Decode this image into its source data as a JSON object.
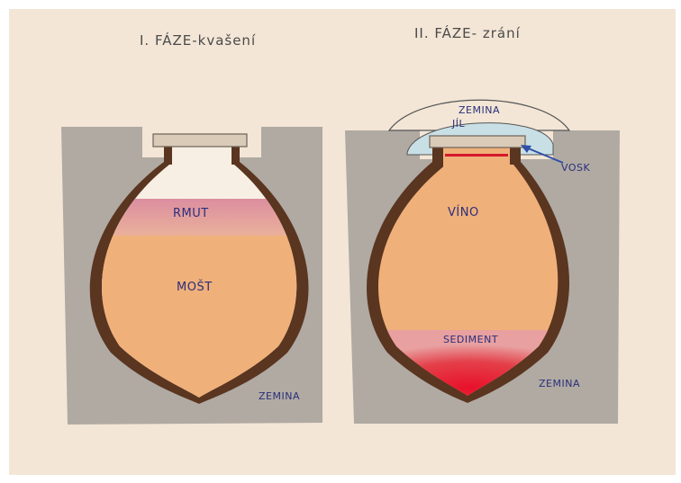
{
  "phase1": {
    "title": "I. FÁZE-kvašení",
    "layers": {
      "top": "RMUT",
      "main": "MOŠT"
    },
    "ground": "ZEMINA"
  },
  "phase2": {
    "title": "II. FÁZE- zrání",
    "cover": {
      "outer": "ZEMINA",
      "inner": "JÍL",
      "seal": "VOSK"
    },
    "layers": {
      "main": "VÍNO",
      "bottom": "SEDIMENT"
    },
    "ground": "ZEMINA"
  },
  "colors": {
    "paper": "#f3e6d6",
    "soil": "#a8a39d",
    "vessel_wall": "#5a3520",
    "must": "#f0b07a",
    "pomace": "#e2a0a8",
    "clay": "#c9dfe6",
    "sediment": "#e01f2a",
    "lid": "#d9cbb8",
    "label_ink": "#2b2f7a",
    "wax_arrow": "#2f4fa8"
  }
}
